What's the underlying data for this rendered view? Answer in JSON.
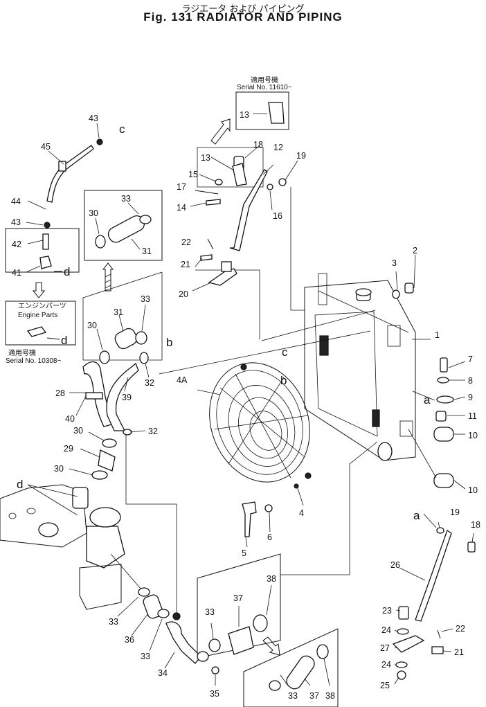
{
  "figure": {
    "title_jp": "ラジエータ および パイピング",
    "title_en": "Fig. 131 RADIATOR AND PIPING"
  },
  "inset_serial_top": {
    "jp": "適用号機",
    "en": "Serial No. 11610~",
    "part": "13"
  },
  "inset_engine_parts": {
    "jp": "エンジンパーツ",
    "en": "Engine Parts",
    "ref": "d"
  },
  "inset_serial_left": {
    "jp": "適用号機",
    "en": "Serial No. 10308~"
  },
  "part_numbers": [
    "1",
    "2",
    "3",
    "4",
    "4A",
    "5",
    "6",
    "7",
    "8",
    "9",
    "10",
    "10",
    "11",
    "12",
    "13",
    "13",
    "14",
    "15",
    "16",
    "17",
    "18",
    "18",
    "19",
    "19",
    "20",
    "21",
    "21",
    "22",
    "22",
    "23",
    "24",
    "24",
    "25",
    "26",
    "27",
    "28",
    "29",
    "30",
    "30",
    "30",
    "30",
    "31",
    "31",
    "32",
    "32",
    "33",
    "33",
    "33",
    "33",
    "33",
    "33",
    "34",
    "35",
    "36",
    "37",
    "37",
    "38",
    "38",
    "39",
    "40",
    "41",
    "42",
    "43",
    "43",
    "44",
    "45"
  ],
  "ref_letters": [
    "a",
    "a",
    "b",
    "b",
    "c",
    "c",
    "d",
    "d",
    "d"
  ]
}
